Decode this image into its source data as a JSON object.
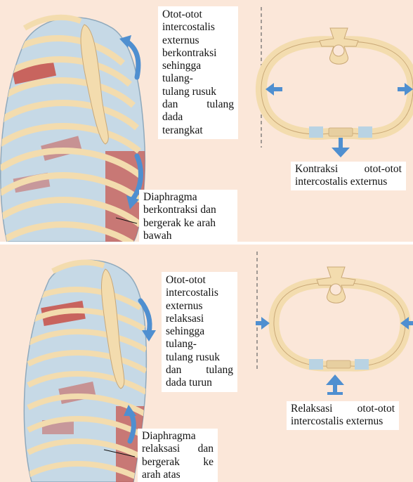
{
  "colors": {
    "panel_bg": "#fbe7d9",
    "bone": "#f3dcae",
    "cartilage": "#b9d3e3",
    "muscle": "#c8574f",
    "arrow": "#4f8fd0"
  },
  "panels": [
    {
      "id": "inspiration",
      "muscle_label": [
        "Otot-otot",
        "intercostalis",
        "externus",
        "berkontraksi",
        "sehingga",
        "tulang-",
        "tulang rusuk",
        "dan tulang",
        "dada",
        "terangkat"
      ],
      "diaphragm_label": [
        "Diaphragma",
        "berkontraksi dan",
        "bergerak ke arah",
        "bawah"
      ],
      "caption": [
        "Kontraksi otot-otot",
        "intercostalis externus"
      ],
      "rib_arrows_direction": "up",
      "diaphragm_arrow_direction": "down",
      "cross_section_arrows": "outward"
    },
    {
      "id": "expiration",
      "muscle_label": [
        "Otot-otot",
        "intercostalis",
        "externus",
        "relaksasi",
        "sehingga",
        "tulang-",
        "tulang rusuk",
        "dan tulang",
        "dada turun"
      ],
      "diaphragm_label": [
        "Diaphragma",
        "relaksasi dan",
        "bergerak ke",
        "arah atas"
      ],
      "caption": [
        "Relaksasi otot-otot",
        "intercostalis externus"
      ],
      "rib_arrows_direction": "down",
      "diaphragm_arrow_direction": "up",
      "cross_section_arrows": "inward"
    }
  ]
}
